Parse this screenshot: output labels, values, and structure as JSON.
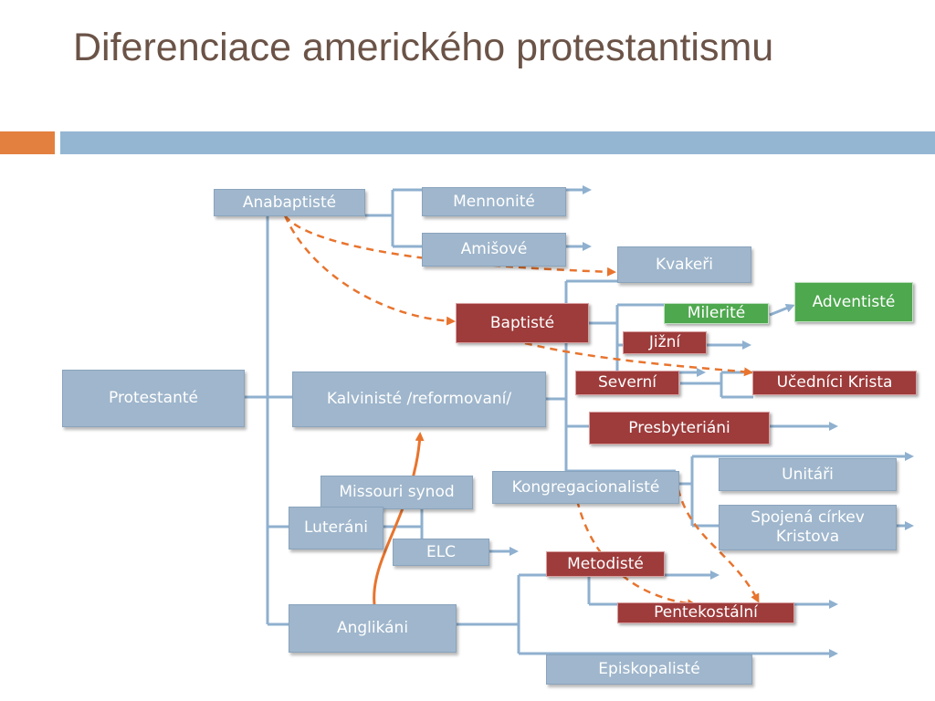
{
  "slide": {
    "title": "Diferenciace amerického protestantismu",
    "colors": {
      "title": "#6b5347",
      "accent_orange": "#e3803f",
      "accent_blue": "#94b6d2",
      "node_blue": "#9fb6cc",
      "node_red": "#9e3b3b",
      "node_green": "#4ea84e",
      "dashed_arrow": "#e8742e"
    }
  },
  "nodes": {
    "protestante": "Protestanté",
    "anabaptiste": "Anabaptisté",
    "mennonite": "Mennonité",
    "amisove": "Amišové",
    "kvakeri": "Kvakeři",
    "baptiste": "Baptisté",
    "milerite": "Milerité",
    "adventiste": "Adventisté",
    "jizni": "Jižní",
    "severni": "Severní",
    "ucednici": "Učedníci Krista",
    "kalviniste": "Kalvinisté /reformovaní/",
    "presbyteriani": "Presbyteriáni",
    "missouri": "Missouri synod",
    "kongregacionaliste": "Kongregacionalisté",
    "unitari": "Unitáři",
    "spojena": "Spojená církev Kristova",
    "luterani": "Luteráni",
    "elc": "ELC",
    "metodiste": "Metodisté",
    "anglikani": "Anglikáni",
    "pentekostalni": "Pentekostální",
    "episkopaliste": "Episkopalisté"
  }
}
